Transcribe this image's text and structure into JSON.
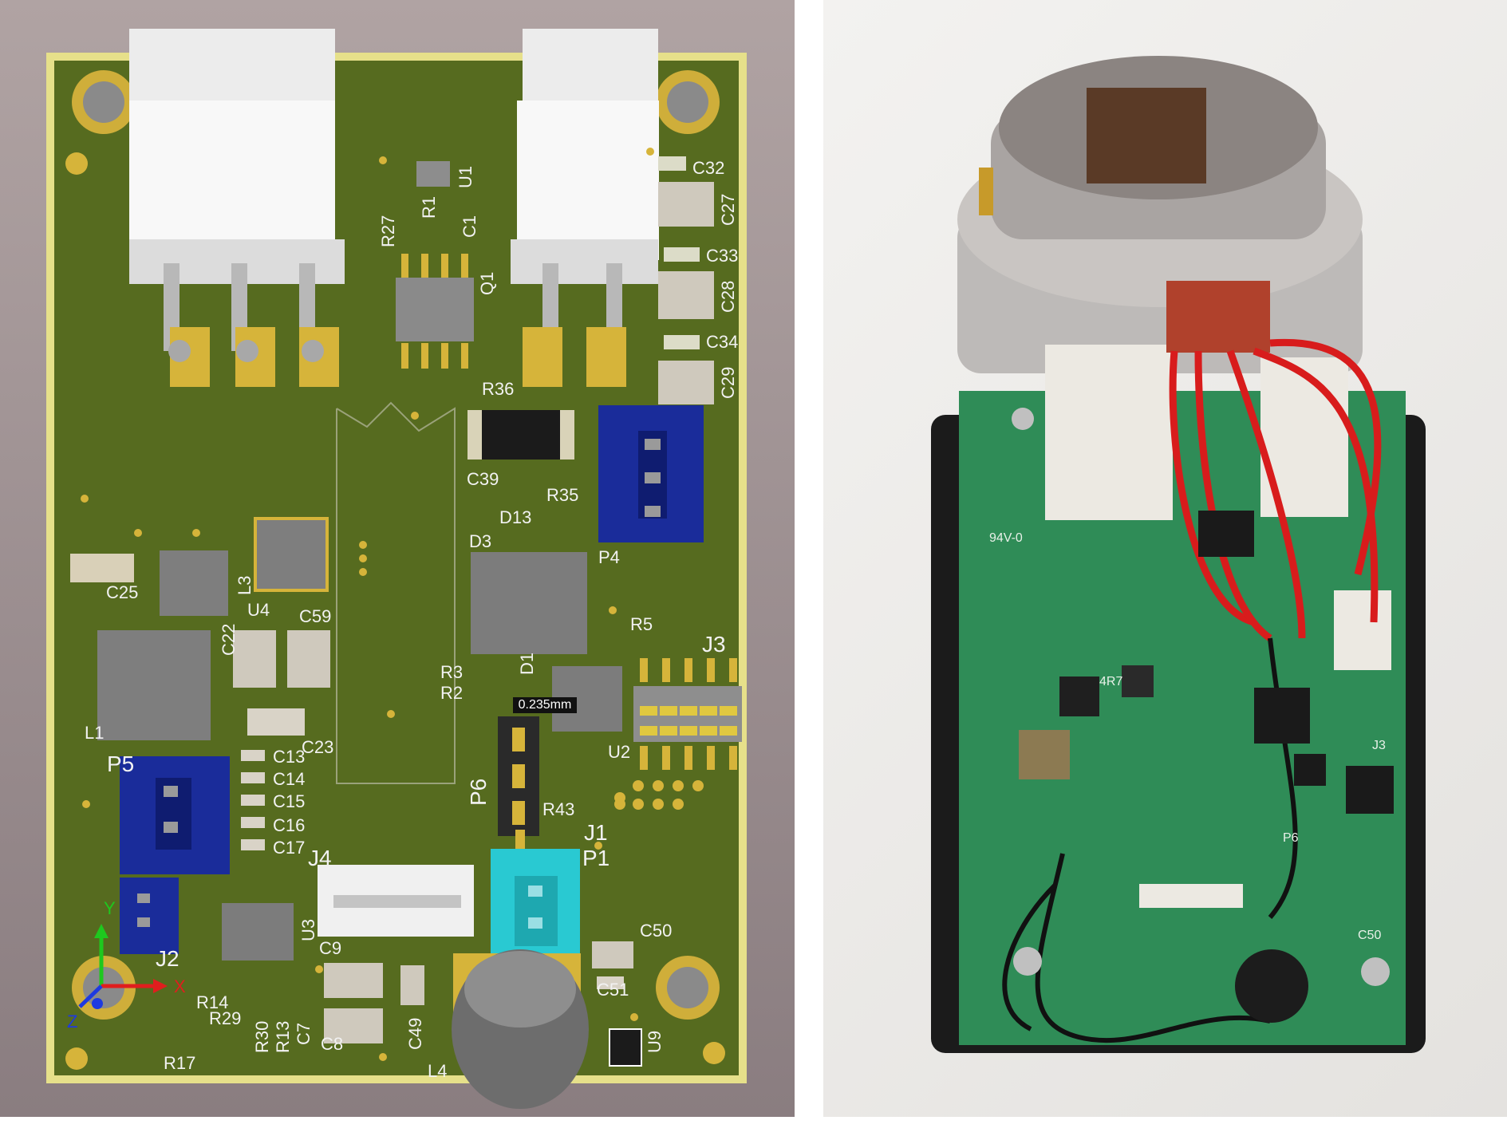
{
  "pcb": {
    "labels": {
      "C32": "C32",
      "C27": "C27",
      "C33": "C33",
      "C28": "C28",
      "C34": "C34",
      "C29": "C29",
      "U1": "U1",
      "R1": "R1",
      "C1": "C1",
      "R27": "R27",
      "Q1": "Q1",
      "R36": "R36",
      "C39": "C39",
      "R35": "R35",
      "D13": "D13",
      "P4": "P4",
      "C25": "C25",
      "U4": "U4",
      "L3": "L3",
      "C59": "C59",
      "C22": "C22",
      "D3": "D3",
      "R5": "R5",
      "J3": "J3",
      "L1": "L1",
      "R3": "R3",
      "R2": "R2",
      "D1": "D1",
      "U2": "U2",
      "P5": "P5",
      "C13": "C13",
      "C14": "C14",
      "C15": "C15",
      "C16": "C16",
      "C17": "C17",
      "C23": "C23",
      "P6": "P6",
      "R43": "R43",
      "J1": "J1",
      "P1": "P1",
      "J4": "J4",
      "C9": "C9",
      "U3": "U3",
      "J2": "J2",
      "C50": "C50",
      "C51": "C51",
      "R14": "R14",
      "R29": "R29",
      "R30": "R30",
      "R13": "R13",
      "C7": "C7",
      "C8": "C8",
      "C49": "C49",
      "L4": "L4",
      "U9": "U9",
      "R17": "R17"
    },
    "measurement": "0.235mm",
    "axis": {
      "x": "X",
      "y": "Y",
      "z": "Z"
    }
  },
  "photo": {
    "labels": {
      "inductor": "4R7",
      "header": "J3",
      "conn": "P6",
      "cap": "C50",
      "board": "94V-0"
    }
  },
  "colors": {
    "pcb_green": "#556b1e",
    "pad_gold": "#d6b43a",
    "connector_white": "#f2f2f2",
    "connector_blue": "#1a2c9a",
    "connector_cyan": "#29c9d2",
    "photo_board": "#2f8c57"
  }
}
